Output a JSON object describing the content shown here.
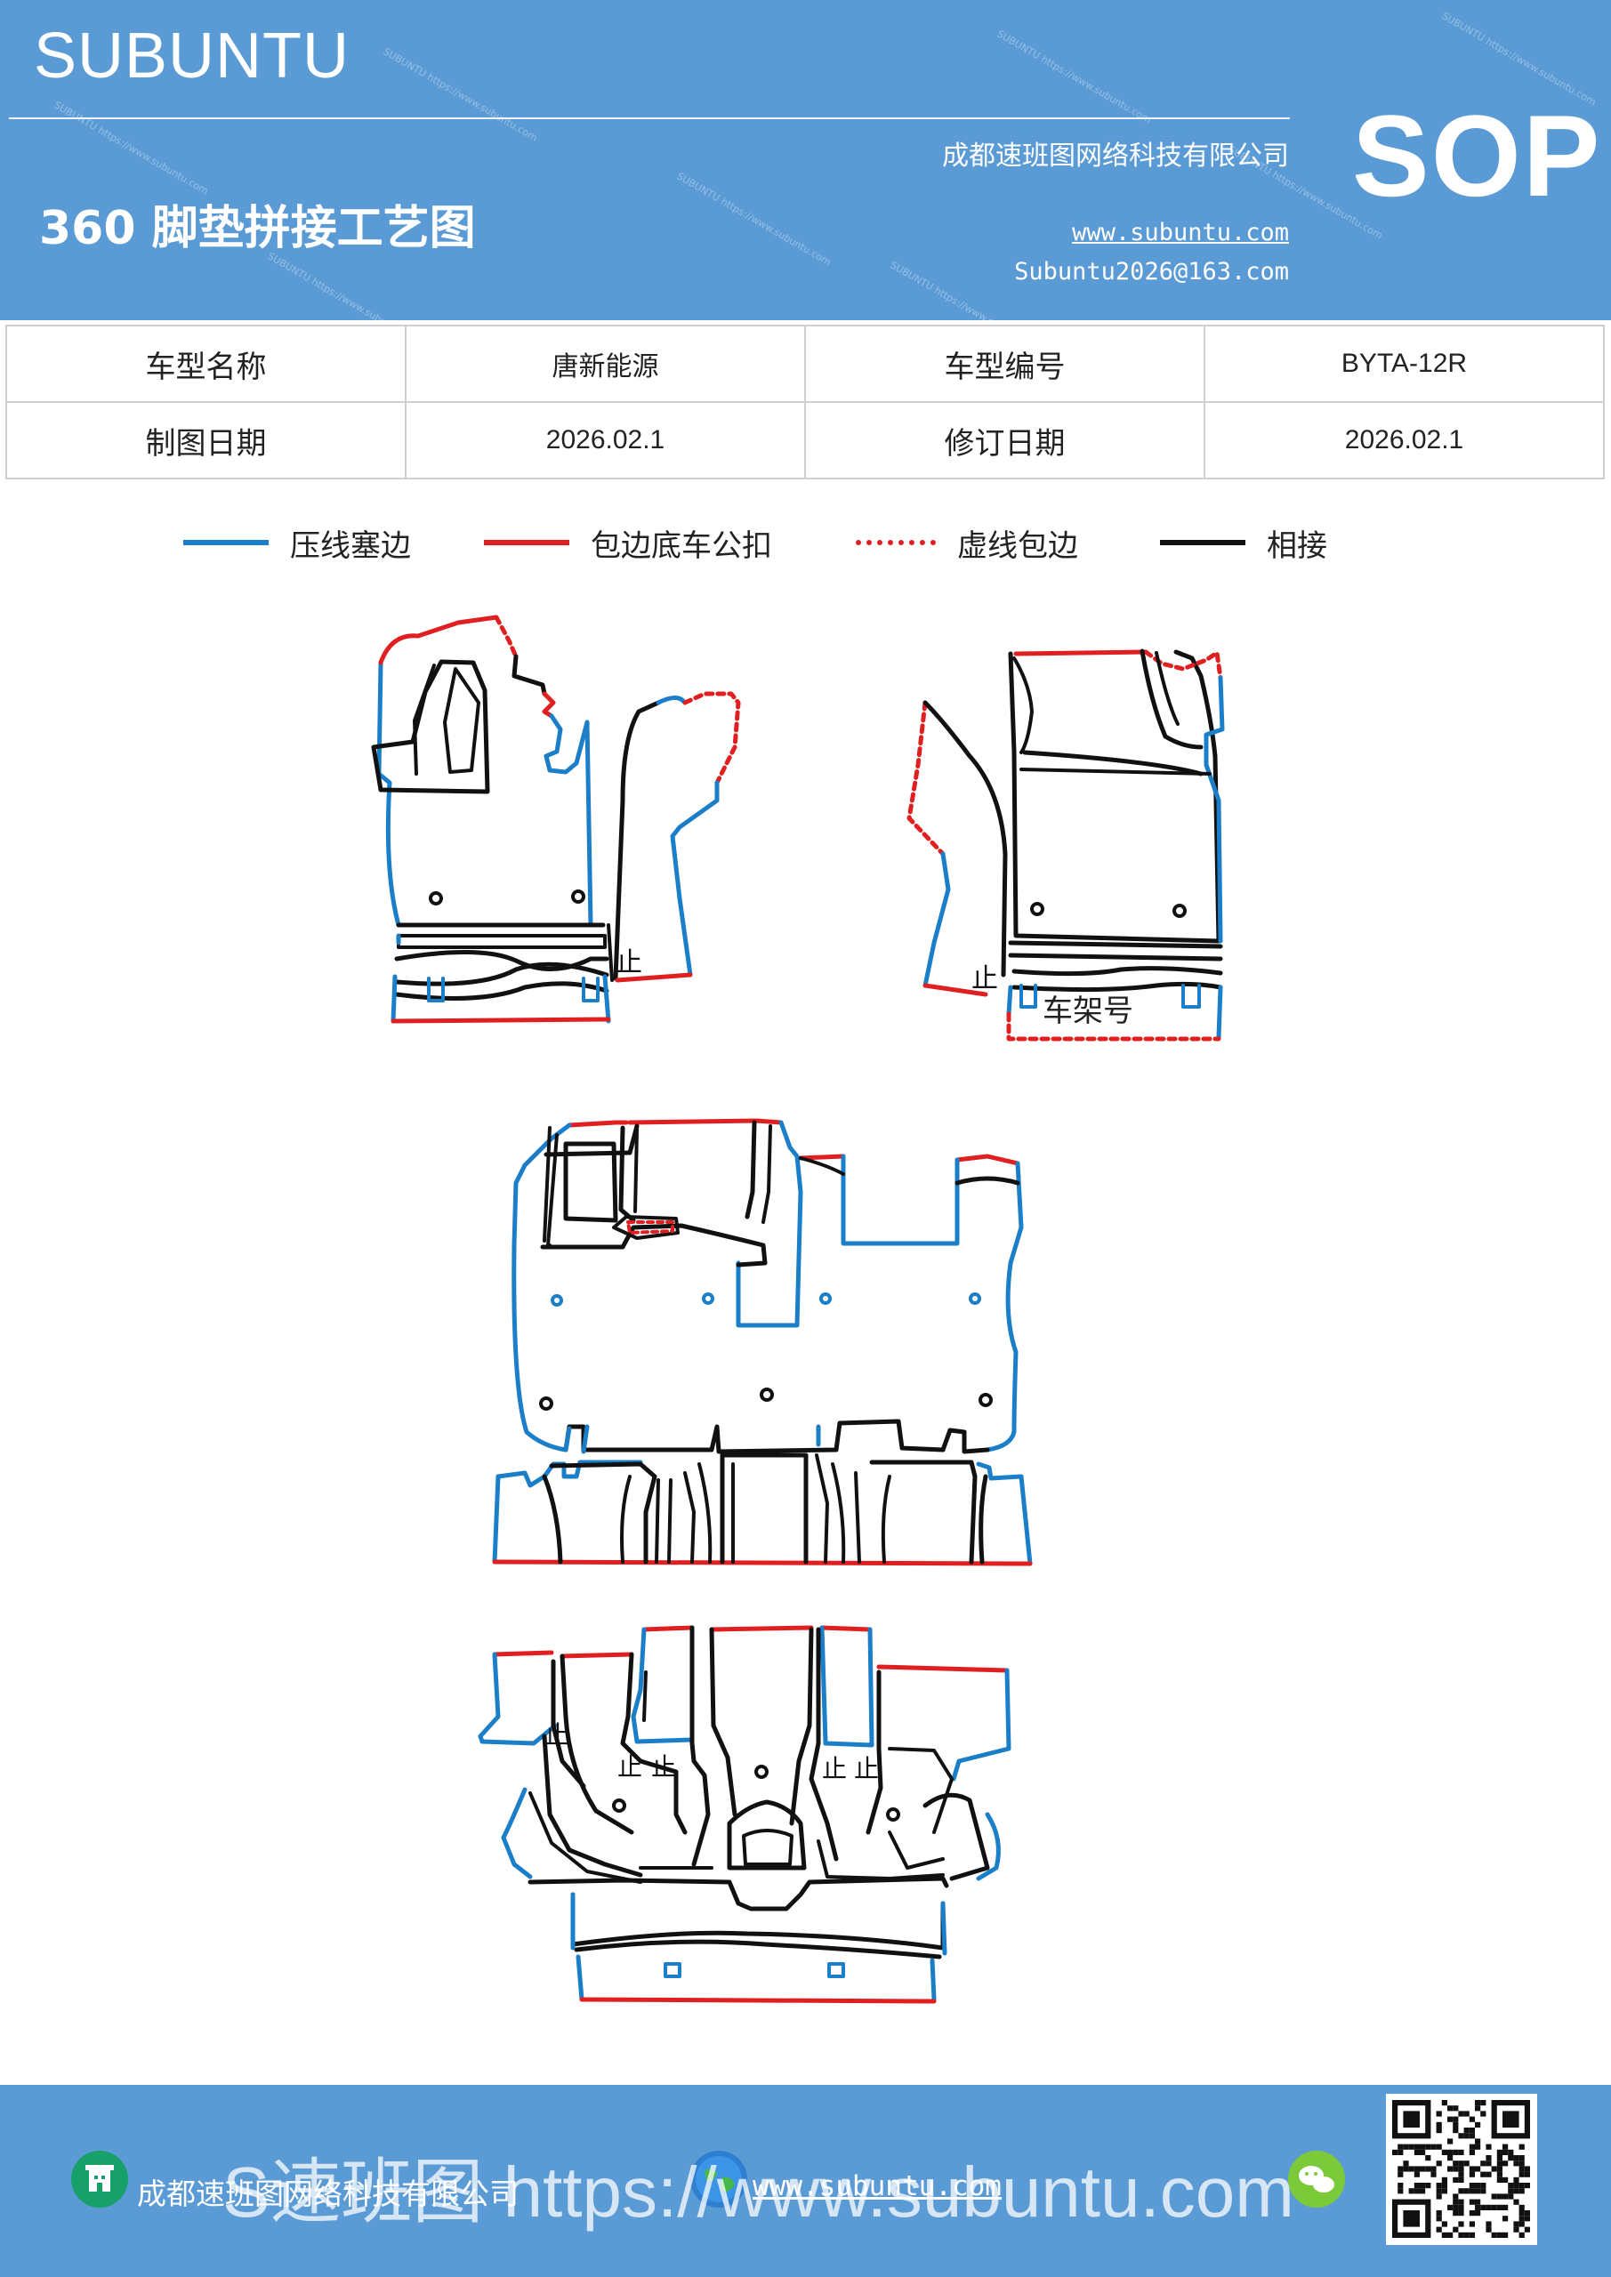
{
  "header": {
    "brand": "SUBUNTU",
    "title": "360 脚垫拼接工艺图",
    "company": "成都速班图网络科技有限公司",
    "website": "www.subuntu.com",
    "email": "Subuntu2026@163.com",
    "badge": "SOP"
  },
  "info_table": {
    "rows": [
      [
        {
          "text": "车型名称",
          "kind": "label"
        },
        {
          "text": "唐新能源",
          "kind": "value"
        },
        {
          "text": "车型编号",
          "kind": "label"
        },
        {
          "text": "BYTA-12R",
          "kind": "value"
        }
      ],
      [
        {
          "text": "制图日期",
          "kind": "label"
        },
        {
          "text": "2026.02.1",
          "kind": "value"
        },
        {
          "text": "修订日期",
          "kind": "label"
        },
        {
          "text": "2026.02.1",
          "kind": "value"
        }
      ]
    ]
  },
  "legend": [
    {
      "label": "压线塞边",
      "color": "#1b7ec8",
      "style": "solid"
    },
    {
      "label": "包边底车公扣",
      "color": "#e02020",
      "style": "solid"
    },
    {
      "label": "虚线包边",
      "color": "#e02020",
      "style": "dotted"
    },
    {
      "label": "相接",
      "color": "#111111",
      "style": "solid"
    }
  ],
  "diagram": {
    "frame_label": "车架号",
    "stop_mark": "止"
  },
  "footer": {
    "company": "成都速班图网络科技有限公司",
    "website": "www.subuntu.com",
    "watermark": "S速班图 https://www.subuntu.com"
  },
  "colors": {
    "header_bg": "#5b9bd5",
    "blue_line": "#1b7ec8",
    "red_line": "#e02020",
    "black_line": "#111111"
  }
}
